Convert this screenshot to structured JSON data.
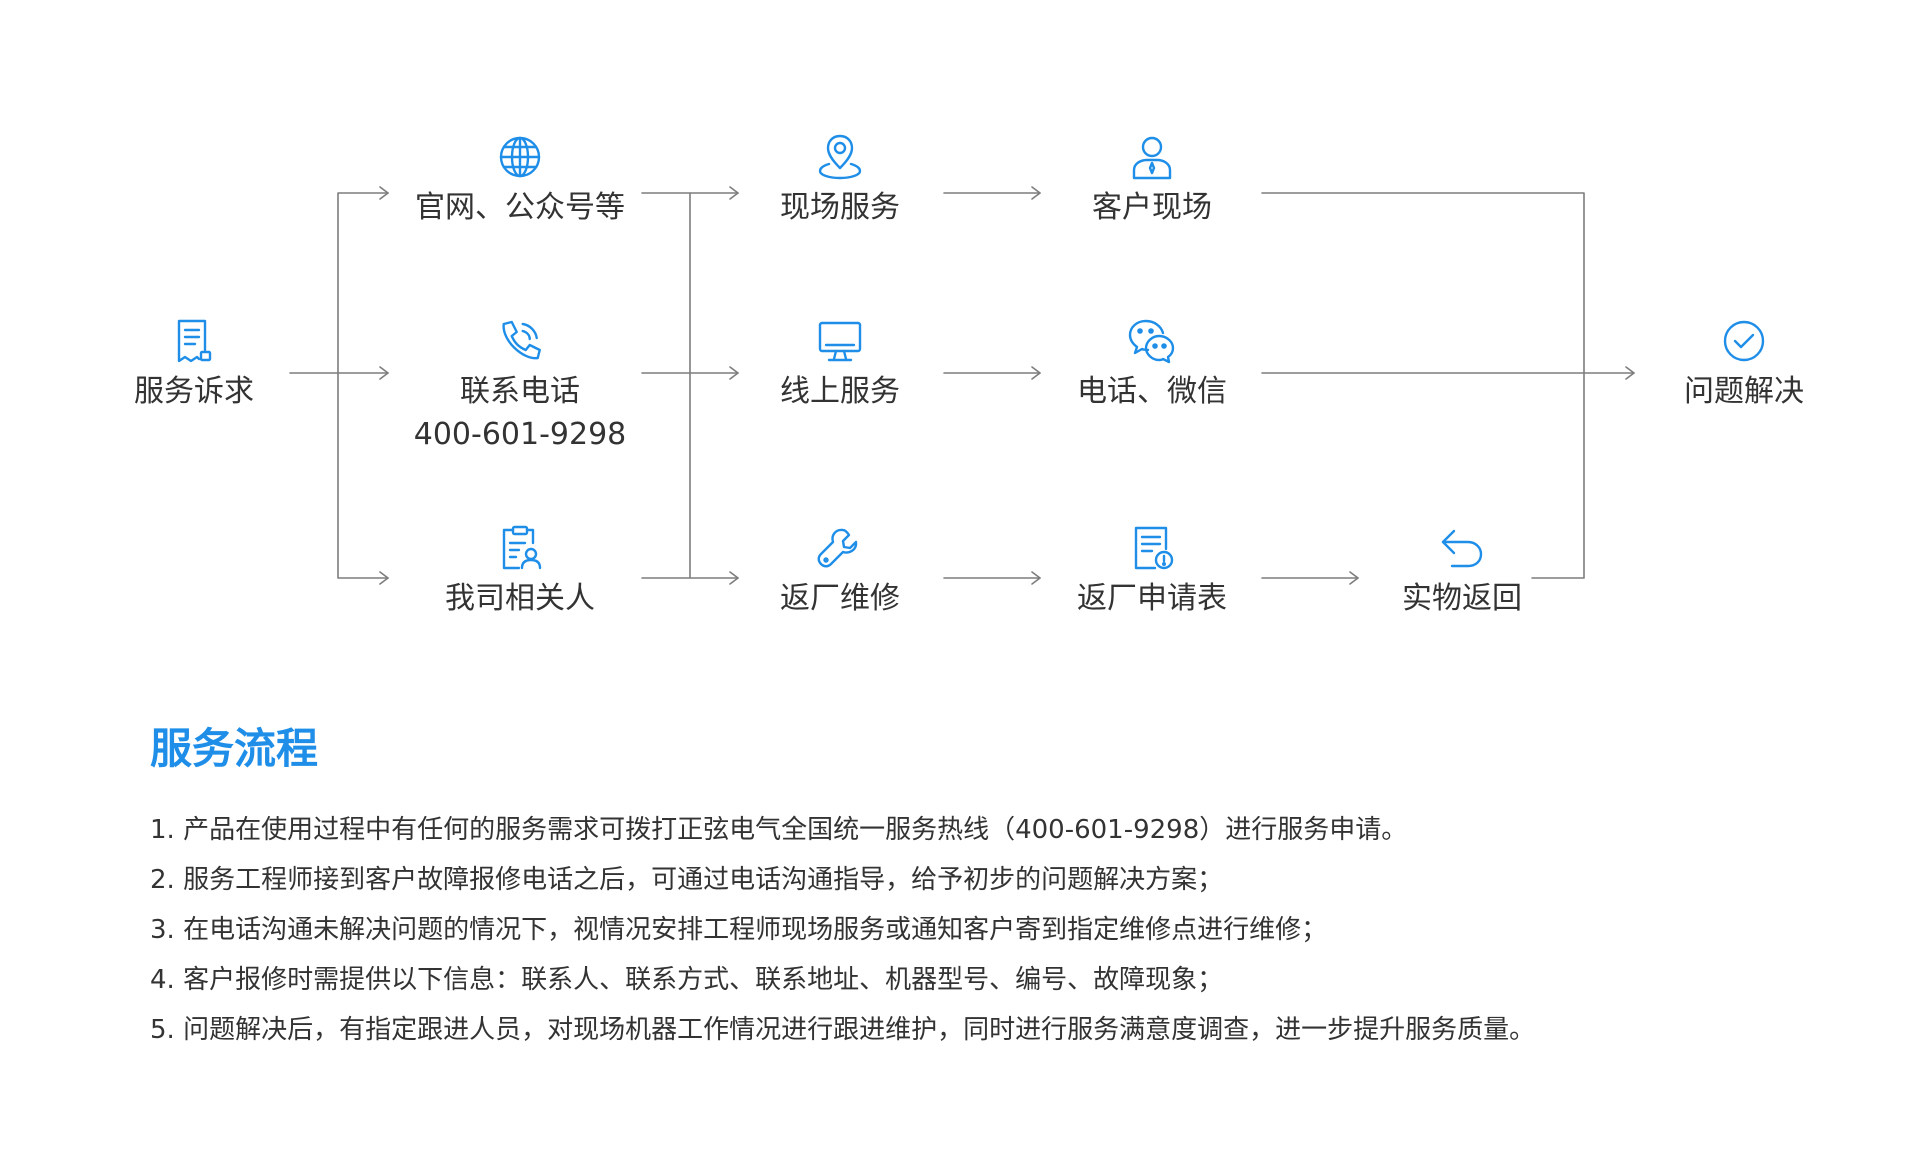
{
  "flow": {
    "start": {
      "label": "服务诉求",
      "icon": "document-icon"
    },
    "channels": [
      {
        "label": "官网、公众号等",
        "icon": "globe-icon"
      },
      {
        "label": "联系电话",
        "sublabel": "400-601-9298",
        "icon": "phone-icon"
      },
      {
        "label": "我司相关人",
        "icon": "clipboard-person-icon"
      }
    ],
    "services": [
      {
        "label": "现场服务",
        "icon": "location-pin-icon"
      },
      {
        "label": "线上服务",
        "icon": "monitor-icon"
      },
      {
        "label": "返厂维修",
        "icon": "wrench-icon"
      }
    ],
    "methods": [
      {
        "label": "客户现场",
        "icon": "user-icon"
      },
      {
        "label": "电话、微信",
        "icon": "wechat-icon"
      },
      {
        "label": "返厂申请表",
        "icon": "form-alert-icon"
      }
    ],
    "return_step": {
      "label": "实物返回",
      "icon": "return-arrow-icon"
    },
    "end": {
      "label": "问题解决",
      "icon": "check-circle-icon"
    },
    "colors": {
      "accent": "#1e8ee8",
      "line": "#7d7d7d",
      "text": "#333333"
    }
  },
  "section": {
    "title": "服务流程",
    "steps": [
      "1. 产品在使用过程中有任何的服务需求可拨打正弦电气全国统一服务热线（400-601-9298）进行服务申请。",
      "2. 服务工程师接到客户故障报修电话之后，可通过电话沟通指导，给予初步的问题解决方案；",
      "3. 在电话沟通未解决问题的情况下，视情况安排工程师现场服务或通知客户寄到指定维修点进行维修；",
      "4. 客户报修时需提供以下信息：联系人、联系方式、联系地址、机器型号、编号、故障现象；",
      "5. 问题解决后，有指定跟进人员，对现场机器工作情况进行跟进维护，同时进行服务满意度调查，进一步提升服务质量。"
    ]
  }
}
